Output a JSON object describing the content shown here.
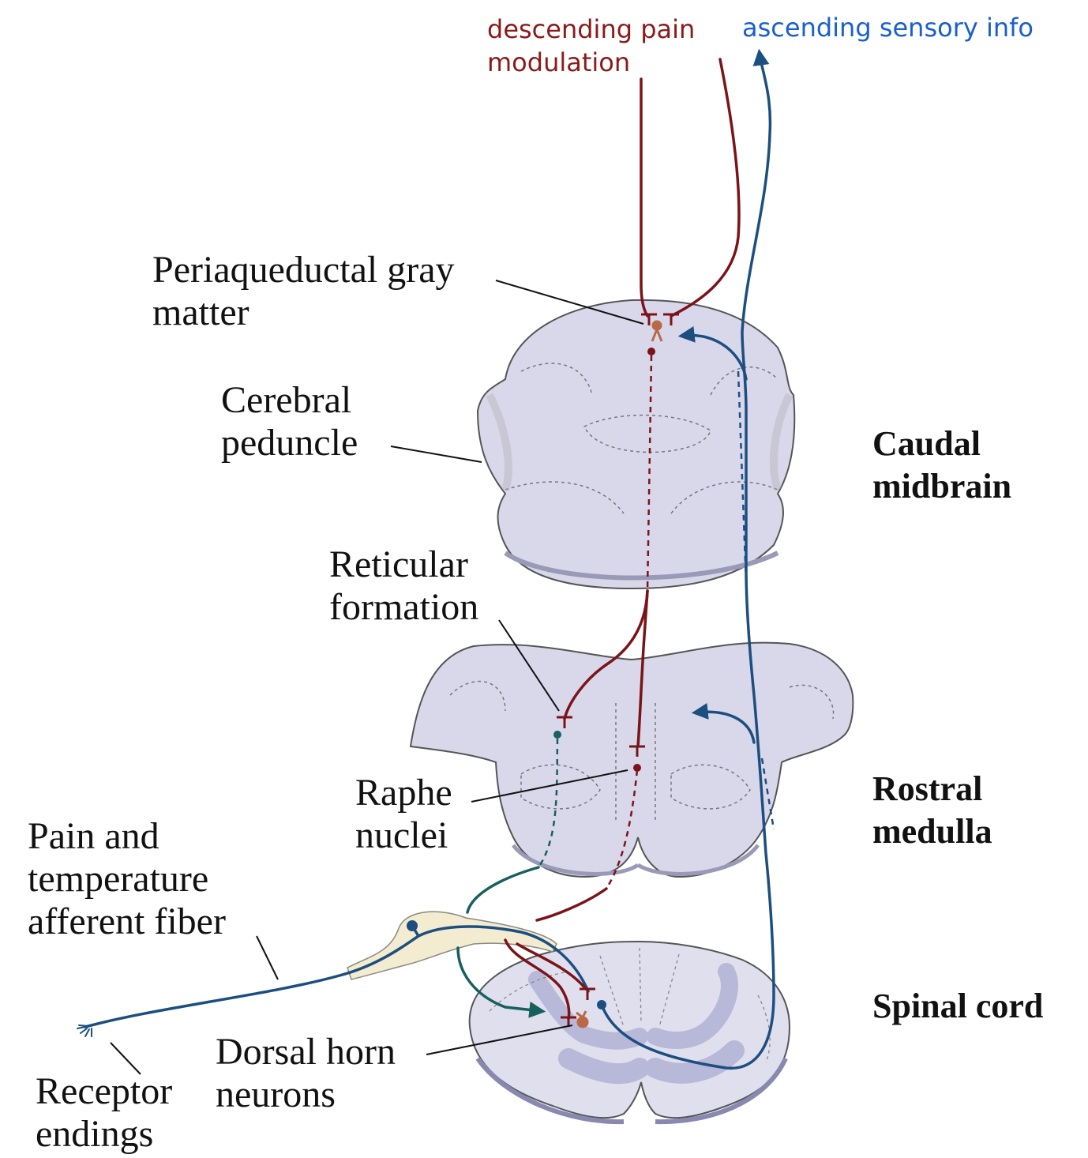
{
  "legend": {
    "descending": "descending pain\nmodulation",
    "ascending": "ascending sensory info"
  },
  "labels": {
    "periaqueductal": "Periaqueductal gray\nmatter",
    "cerebral_peduncle": "Cerebral\npeduncle",
    "reticular_formation": "Reticular\nformation",
    "raphe_nuclei": "Raphe\nnuclei",
    "afferent_fiber": "Pain and\ntemperature\nafferent fiber",
    "dorsal_horn": "Dorsal horn\nneurons",
    "receptor_endings": "Receptor\nendings"
  },
  "levels": {
    "caudal_midbrain": "Caudal\nmidbrain",
    "rostral_medulla": "Rostral\nmedulla",
    "spinal_cord": "Spinal cord"
  },
  "colors": {
    "descending": "#7a1418",
    "ascending": "#1c4f80",
    "teal": "#17605e",
    "legend_descending": "#8b1a1a",
    "legend_ascending": "#1a5fd0",
    "tissue": "#dcdcec",
    "tissue_dark": "#bdbdd8",
    "ganglion": "#f4ecd0",
    "interneuron": "#b86a45"
  }
}
